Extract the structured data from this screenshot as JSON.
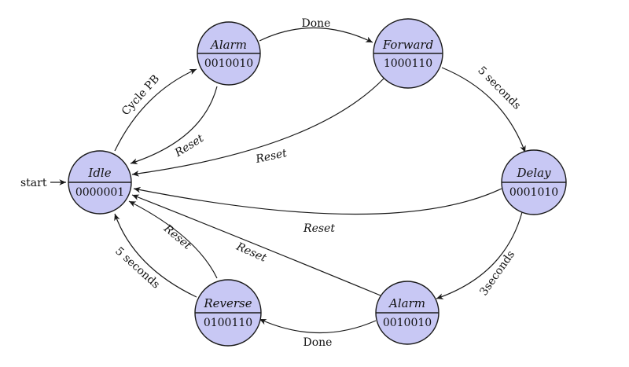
{
  "start_label": "start",
  "states": {
    "idle": {
      "name": "Idle",
      "code": "0000001"
    },
    "alarm1": {
      "name": "Alarm",
      "code": "0010010"
    },
    "forward": {
      "name": "Forward",
      "code": "1000110"
    },
    "delay": {
      "name": "Delay",
      "code": "0001010"
    },
    "alarm2": {
      "name": "Alarm",
      "code": "0010010"
    },
    "reverse": {
      "name": "Reverse",
      "code": "0100110"
    }
  },
  "transitions": {
    "idle_alarm1": "Cycle PB",
    "alarm1_forward": "Done",
    "forward_delay": "5 seconds",
    "delay_alarm2": "3seconds",
    "alarm2_reverse": "Done",
    "reverse_idle": "5 seconds",
    "alarm1_reset": "Reset",
    "forward_reset": "Reset",
    "delay_reset": "Reset",
    "alarm2_reset": "Reset",
    "reverse_reset": "Reset"
  },
  "colors": {
    "state_fill": "#c8c8f4",
    "stroke": "#1a1a1a"
  }
}
